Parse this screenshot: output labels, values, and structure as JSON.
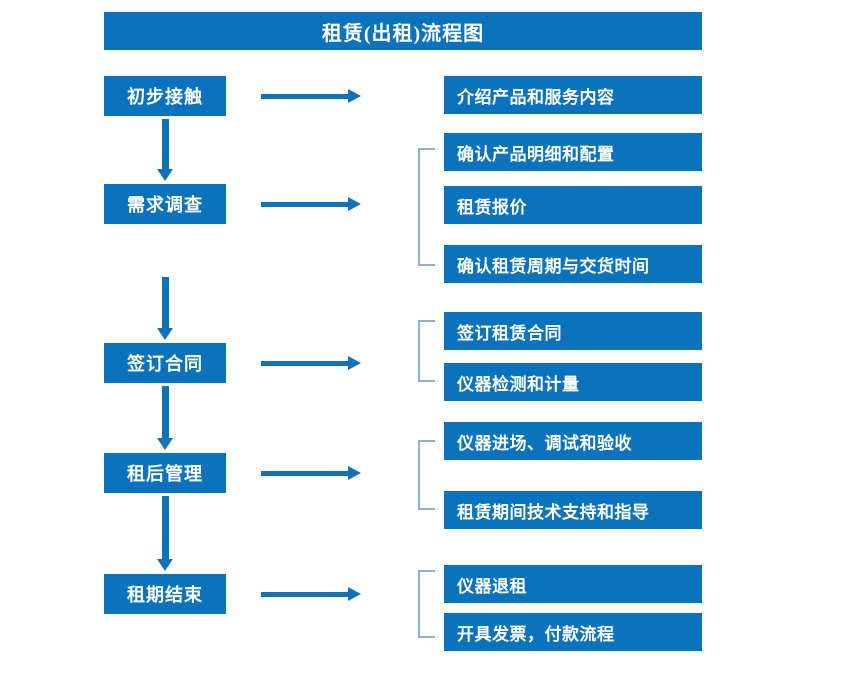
{
  "chart_data": {
    "type": "diagram",
    "title": "租赁(出租)流程图",
    "diagram_kind": "flowchart",
    "orientation": "vertical-stages-with-right-detail-groups",
    "accent_color": "#0B72BD",
    "arrow_color": "#1272B6",
    "bracket_color": "#8FAFCF",
    "text_color": "#FFFFFF",
    "background": "#FFFFFF",
    "stages": [
      {
        "label": "初步接触",
        "details": [
          "介绍产品和服务内容"
        ],
        "bracketed": false
      },
      {
        "label": "需求调查",
        "details": [
          "确认产品明细和配置",
          "租赁报价",
          "确认租赁周期与交货时间"
        ],
        "bracketed": true
      },
      {
        "label": "签订合同",
        "details": [
          "签订租赁合同",
          "仪器检测和计量"
        ],
        "bracketed": true
      },
      {
        "label": "租后管理",
        "details": [
          "仪器进场、调试和验收",
          "租赁期间技术支持和指导"
        ],
        "bracketed": true
      },
      {
        "label": "租期结束",
        "details": [
          "仪器退租",
          "开具发票，付款流程"
        ],
        "bracketed": true
      }
    ]
  },
  "header": {
    "title": "租赁(出租)流程图"
  },
  "stages": {
    "s0": {
      "label": "初步接触"
    },
    "s1": {
      "label": "需求调查"
    },
    "s2": {
      "label": "签订合同"
    },
    "s3": {
      "label": "租后管理"
    },
    "s4": {
      "label": "租期结束"
    }
  },
  "details": {
    "d0": "介绍产品和服务内容",
    "d1": "确认产品明细和配置",
    "d2": "租赁报价",
    "d3": "确认租赁周期与交货时间",
    "d4": "签订租赁合同",
    "d5": "仪器检测和计量",
    "d6": "仪器进场、调试和验收",
    "d7": "租赁期间技术支持和指导",
    "d8": "仪器退租",
    "d9": "开具发票，付款流程"
  }
}
